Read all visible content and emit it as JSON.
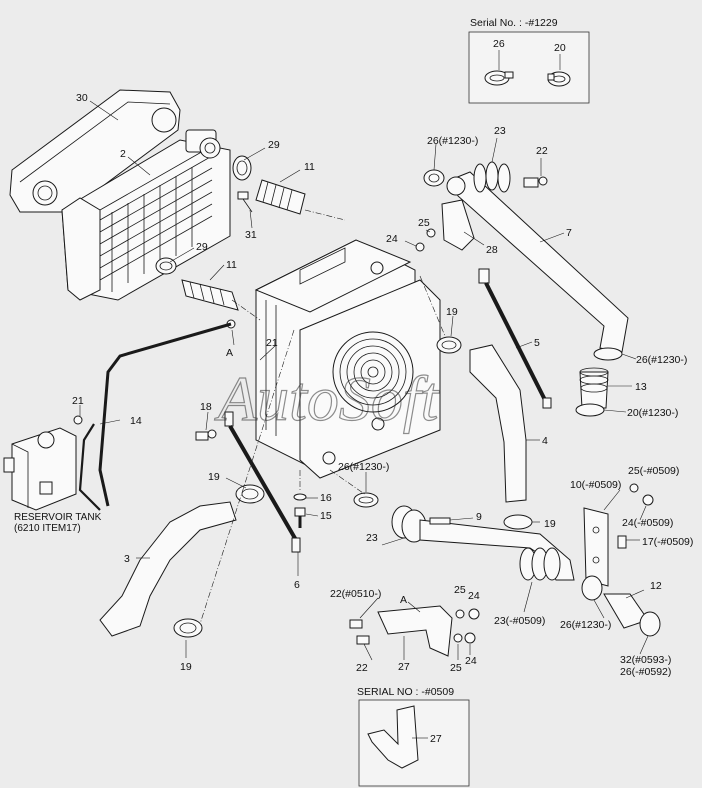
{
  "watermark": "AutoSoft",
  "inset_top": {
    "title": "Serial No. : -#1229",
    "labels": [
      "26",
      "20"
    ]
  },
  "inset_bottom": {
    "title": "SERIAL NO : -#0509",
    "labels": [
      "27"
    ]
  },
  "reservoir": {
    "line1": "RESERVOIR TANK",
    "line2": "(6210 ITEM17)"
  },
  "callouts": [
    {
      "id": "c30",
      "text": "30"
    },
    {
      "id": "c2",
      "text": "2"
    },
    {
      "id": "c29a",
      "text": "29"
    },
    {
      "id": "c11a",
      "text": "11"
    },
    {
      "id": "c31",
      "text": "31"
    },
    {
      "id": "c29b",
      "text": "29"
    },
    {
      "id": "c11b",
      "text": "11"
    },
    {
      "id": "c21a",
      "text": "21"
    },
    {
      "id": "cA1",
      "text": "A"
    },
    {
      "id": "c21b",
      "text": "21"
    },
    {
      "id": "c14",
      "text": "14"
    },
    {
      "id": "c18",
      "text": "18"
    },
    {
      "id": "c19a",
      "text": "19"
    },
    {
      "id": "c3",
      "text": "3"
    },
    {
      "id": "c19b",
      "text": "19"
    },
    {
      "id": "c6",
      "text": "6"
    },
    {
      "id": "c16",
      "text": "16"
    },
    {
      "id": "c15",
      "text": "15"
    },
    {
      "id": "c26t",
      "text": "26(#1230-)"
    },
    {
      "id": "c23a",
      "text": "23"
    },
    {
      "id": "c22a",
      "text": "22"
    },
    {
      "id": "c25a",
      "text": "25"
    },
    {
      "id": "c24a",
      "text": "24"
    },
    {
      "id": "c28",
      "text": "28"
    },
    {
      "id": "c7",
      "text": "7"
    },
    {
      "id": "c19c",
      "text": "19"
    },
    {
      "id": "c5",
      "text": "5"
    },
    {
      "id": "c26r",
      "text": "26(#1230-)"
    },
    {
      "id": "c13",
      "text": "13"
    },
    {
      "id": "c20",
      "text": "20(#1230-)"
    },
    {
      "id": "c4",
      "text": "4"
    },
    {
      "id": "c26m",
      "text": "26(#1230-)"
    },
    {
      "id": "c25b",
      "text": "25(-#0509)"
    },
    {
      "id": "c10",
      "text": "10(-#0509)"
    },
    {
      "id": "c9",
      "text": "9"
    },
    {
      "id": "c24b",
      "text": "24(-#0509)"
    },
    {
      "id": "c17",
      "text": "17(-#0509)"
    },
    {
      "id": "c19d",
      "text": "19"
    },
    {
      "id": "c23b",
      "text": "23"
    },
    {
      "id": "c22b",
      "text": "22(#0510-)"
    },
    {
      "id": "cA2",
      "text": "A"
    },
    {
      "id": "c25c",
      "text": "25"
    },
    {
      "id": "c24c",
      "text": "24"
    },
    {
      "id": "c23c",
      "text": "23(-#0509)"
    },
    {
      "id": "c26b",
      "text": "26(#1230-)"
    },
    {
      "id": "c12",
      "text": "12"
    },
    {
      "id": "c22c",
      "text": "22"
    },
    {
      "id": "c27",
      "text": "27"
    },
    {
      "id": "c25d",
      "text": "25"
    },
    {
      "id": "c24d",
      "text": "24"
    },
    {
      "id": "c32",
      "text": "32(#0593-)"
    },
    {
      "id": "c26x",
      "text": "26(-#0592)"
    }
  ]
}
